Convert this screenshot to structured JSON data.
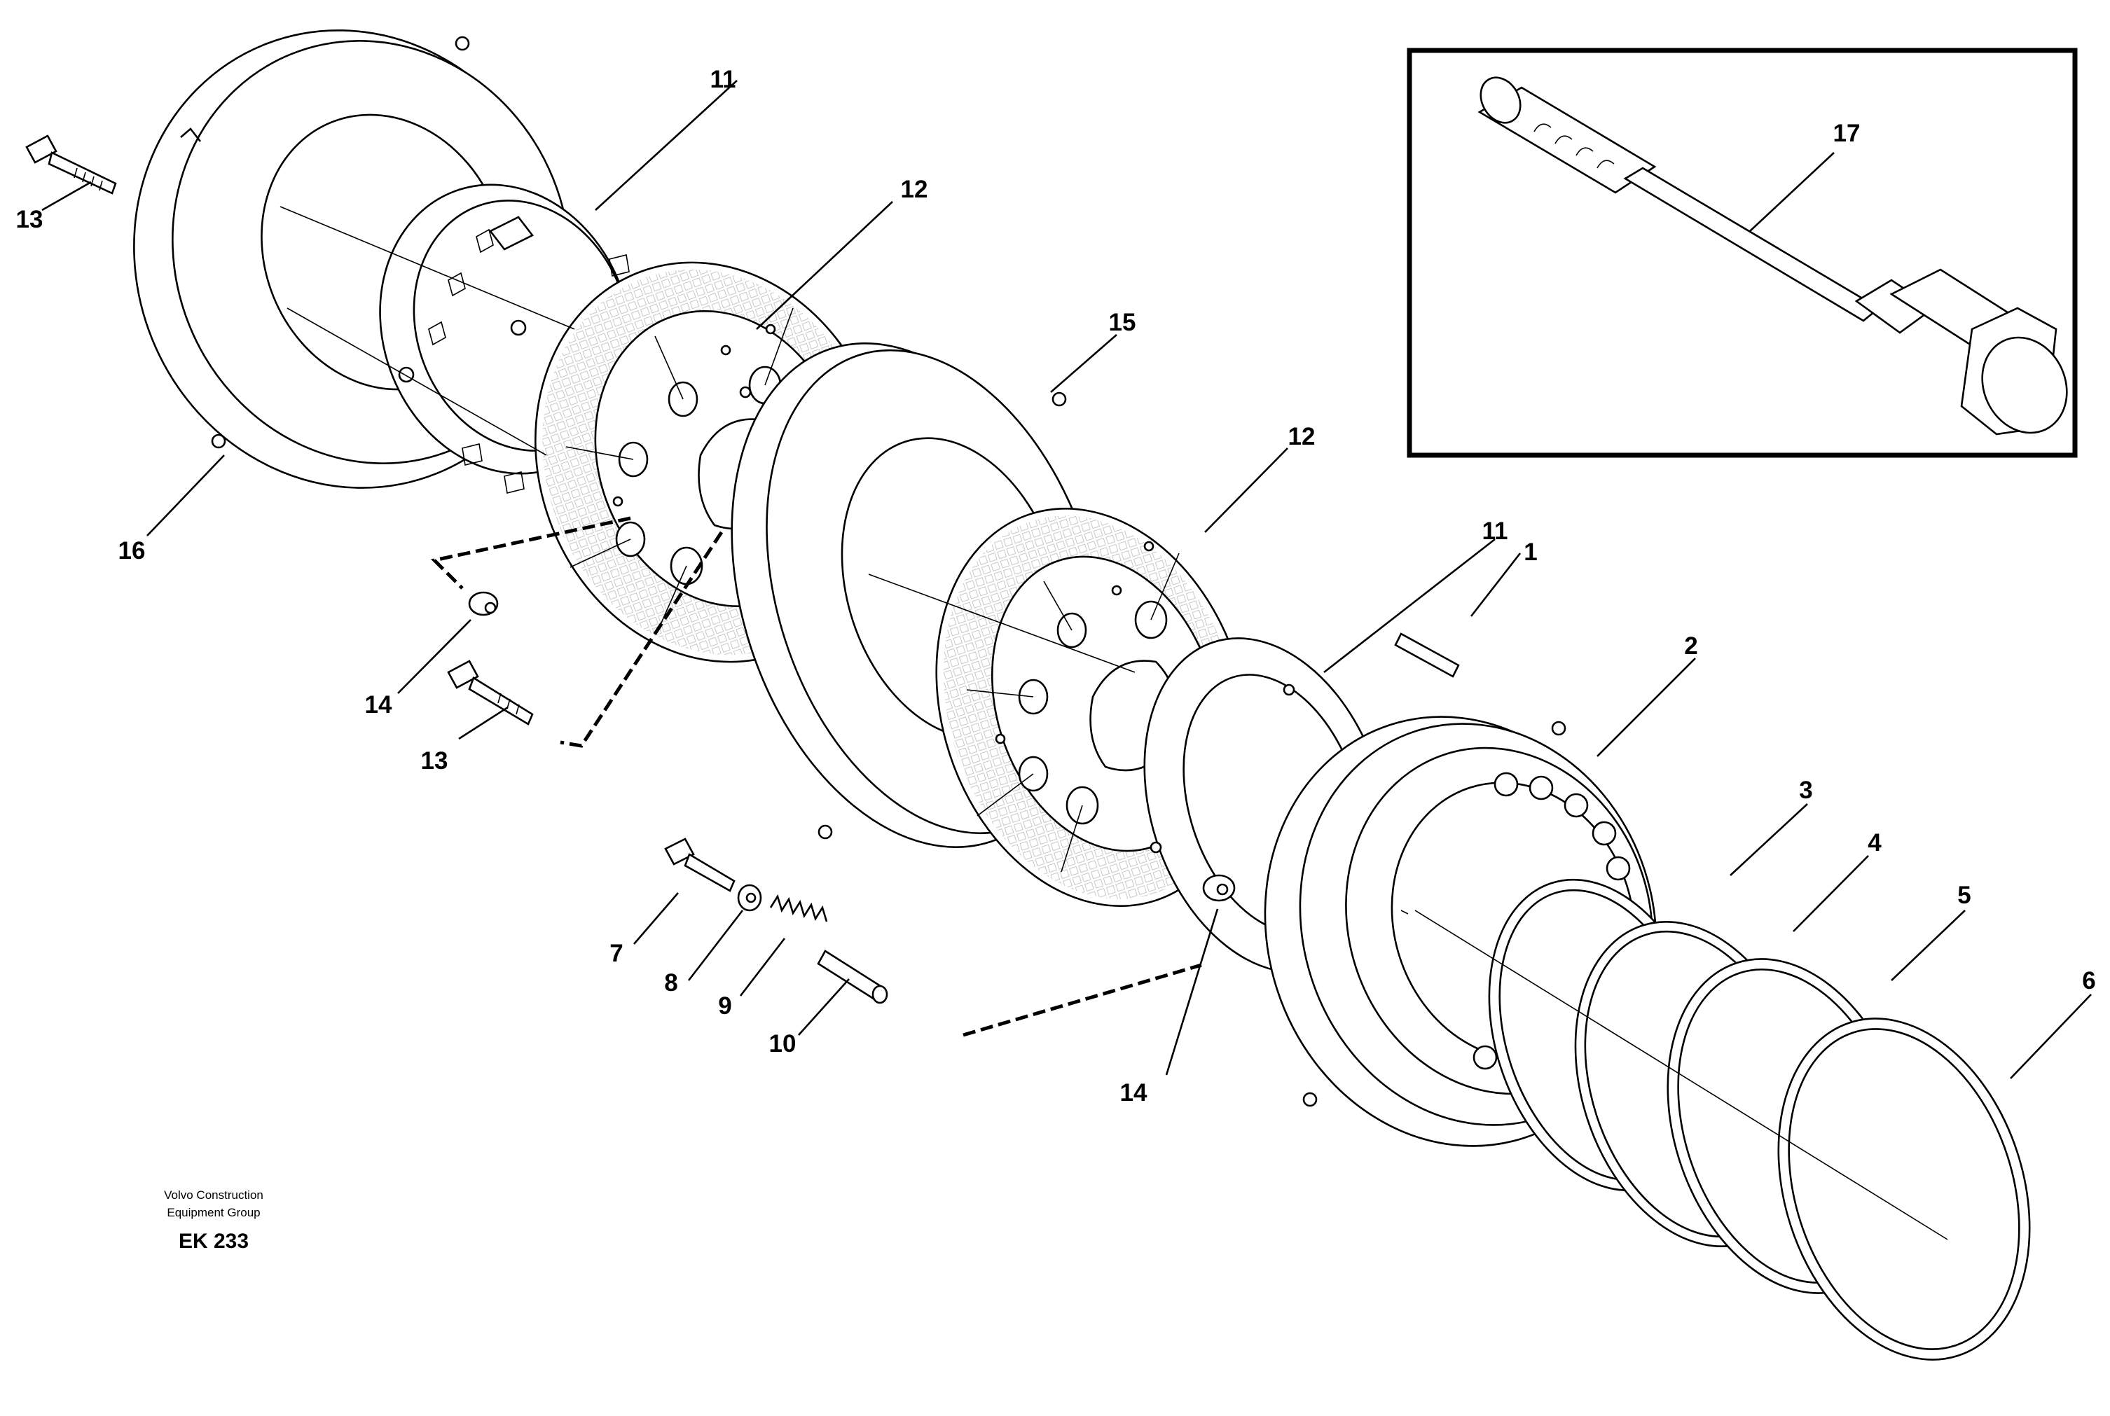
{
  "drawing": {
    "code": "EK 233",
    "publisher_line1": "Volvo Construction",
    "publisher_line2": "Equipment Group"
  },
  "callouts": {
    "c1": "1",
    "c2": "2",
    "c3": "3",
    "c4": "4",
    "c5": "5",
    "c6": "6",
    "c7": "7",
    "c8": "8",
    "c9": "9",
    "c10": "10",
    "c11a": "11",
    "c11b": "11",
    "c12a": "12",
    "c12b": "12",
    "c13a": "13",
    "c13b": "13",
    "c14a": "14",
    "c14b": "14",
    "c15": "15",
    "c16": "16",
    "c17": "17"
  }
}
